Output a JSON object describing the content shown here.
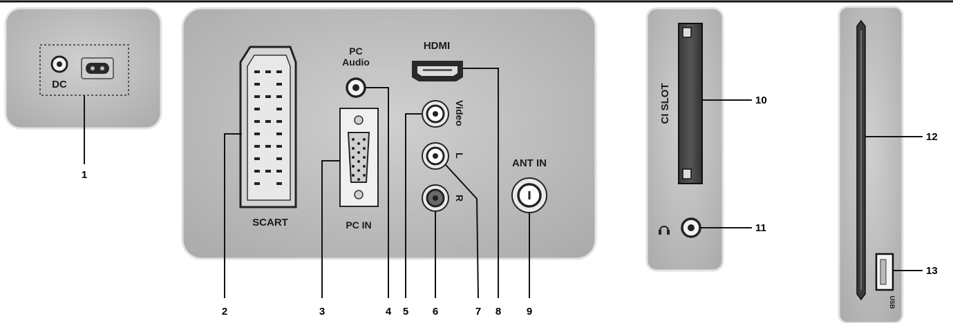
{
  "panels": {
    "power": {
      "dc_label": "DC"
    },
    "rear": {
      "pc_audio_label": [
        "PC",
        "Audio"
      ],
      "hdmi_label": "HDMI",
      "video_label": "Video",
      "left_label": "L",
      "right_label": "R",
      "ant_in_label": "ANT IN",
      "scart_label": "SCART",
      "pc_in_label": "PC IN"
    },
    "side": {
      "ci_slot_label": "CI SLOT"
    },
    "usb_panel": {
      "usb_label": "USB"
    }
  },
  "callouts": [
    "1",
    "2",
    "3",
    "4",
    "5",
    "6",
    "7",
    "8",
    "9",
    "10",
    "11",
    "12",
    "13"
  ],
  "icons": {
    "headphone": "headphone-icon",
    "power_socket": "power-socket-icon"
  },
  "colors": {
    "panel": "#b9b9b9",
    "panel_edge": "#d6d6d6",
    "port_dark": "#2a2a2a",
    "background": "#ffffff"
  }
}
